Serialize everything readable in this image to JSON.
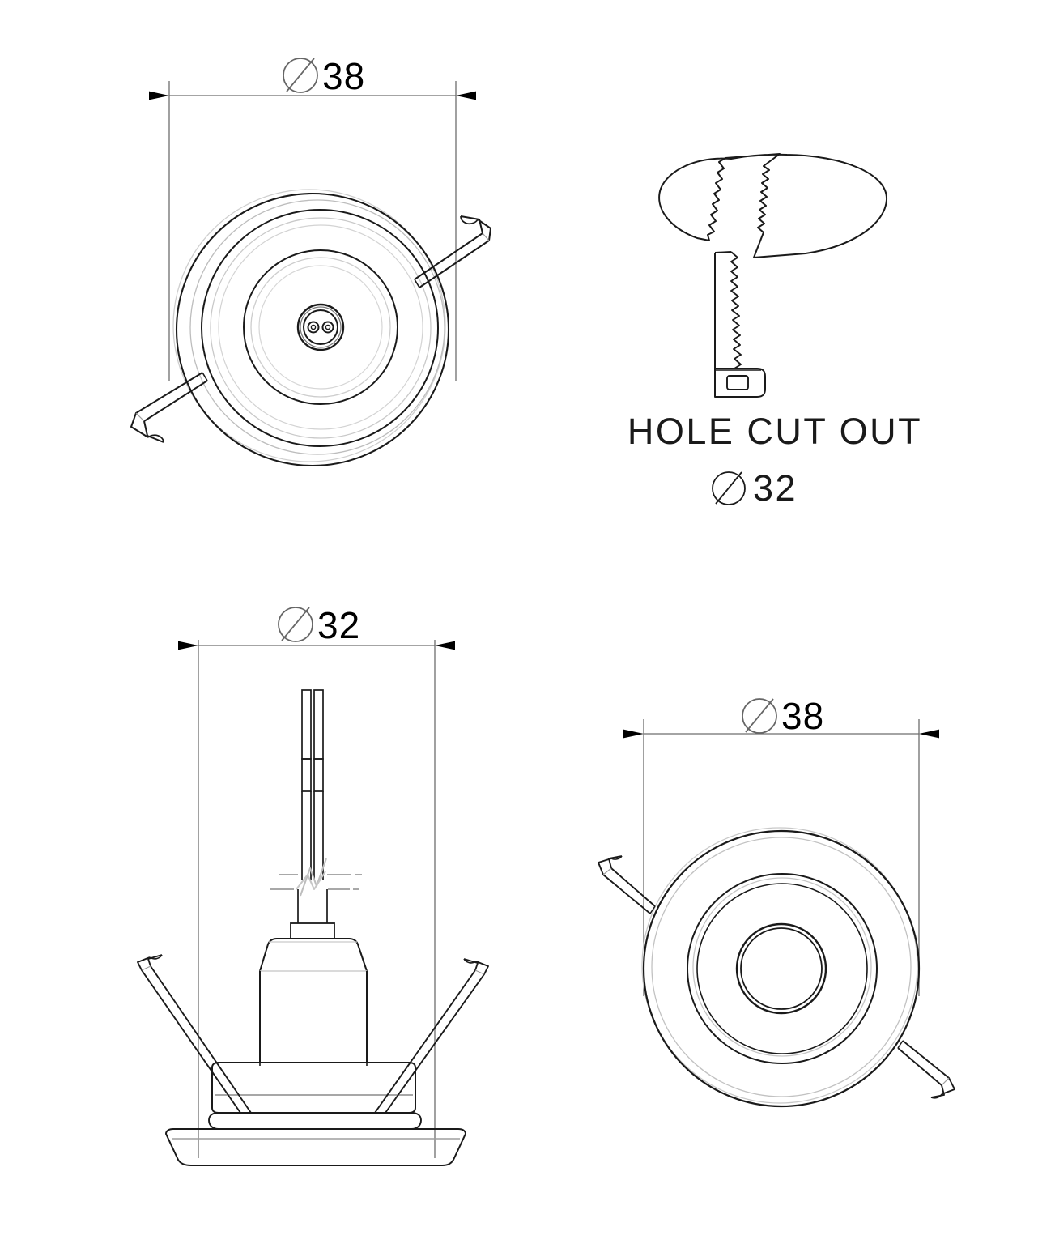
{
  "drawing": {
    "title": "recessed-downlight-technical-drawing",
    "line_color": "#1a1a1a",
    "thin_line_color": "#9a9a9a",
    "dim_line_color": "#7a7a7a",
    "background": "#ffffff"
  },
  "views": {
    "top": {
      "name": "top-view",
      "dimension": {
        "symbol": "Ø",
        "value": "38",
        "full": "Ø 38"
      }
    },
    "hole_cut_out": {
      "name": "hole-cut-out-view",
      "caption_line1": "HOLE CUT OUT",
      "caption_line2_symbol": "Ø",
      "caption_line2_value": "32",
      "caption_line2": "Ø 32"
    },
    "section": {
      "name": "side-section-view",
      "dimension": {
        "symbol": "Ø",
        "value": "32",
        "full": "Ø 32"
      }
    },
    "bottom": {
      "name": "bottom-view",
      "dimension": {
        "symbol": "Ø",
        "value": "38",
        "full": "Ø 38"
      }
    }
  },
  "icons": {
    "diameter": "diameter-symbol-icon",
    "saw": "hand-saw-icon",
    "ceiling": "ceiling-ellipse-icon",
    "spring_clip": "spring-clip-icon",
    "wire": "wire-icon",
    "break_symbol": "break-line-symbol-icon",
    "connector": "two-pin-connector-icon",
    "arrow": "dimension-arrow-icon"
  }
}
